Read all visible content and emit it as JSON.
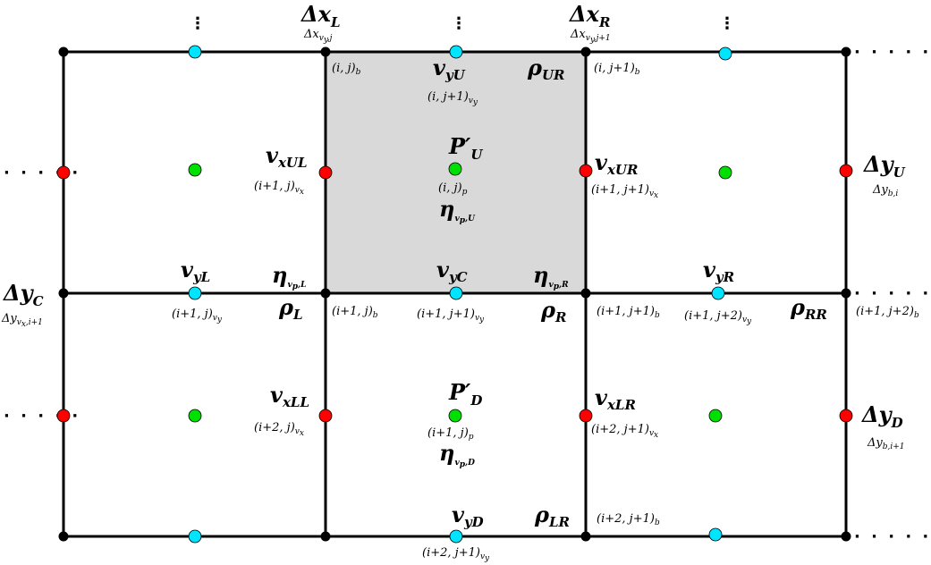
{
  "colors": {
    "line": "#000000",
    "cell_fill": "#d9d9d9",
    "node_black": "#000000",
    "vx_red": "#ff0000",
    "vy_cyan": "#00e5ff",
    "p_green": "#00e000"
  },
  "labels": {
    "dx_L": {
      "main": "Δx",
      "sub": "L",
      "below_main": "Δx",
      "below_sub": "v",
      "below_subsub": "y",
      "below_tail": ",j"
    },
    "dx_R": {
      "main": "Δx",
      "sub": "R",
      "below_main": "Δx",
      "below_sub": "v",
      "below_subsub": "y",
      "below_tail": ",j+1"
    },
    "dy_U": {
      "main": "Δy",
      "sub": "U",
      "below_main": "Δy",
      "below_sub": "b,i"
    },
    "dy_C": {
      "main": "Δy",
      "sub": "C",
      "below_main": "Δy",
      "below_sub": "v",
      "below_subsub": "x",
      "below_tail": ",i+1"
    },
    "dy_D": {
      "main": "Δy",
      "sub": "D",
      "below_main": "Δy",
      "below_sub": "b,i+1"
    },
    "vyU": {
      "main": "v",
      "sub": "yU",
      "idx": "(i, j+1)",
      "idx_sub": "v",
      "idx_subsub": "y"
    },
    "vyL": {
      "main": "v",
      "sub": "yL",
      "idx": "(i+1, j)",
      "idx_sub": "v",
      "idx_subsub": "y"
    },
    "vyC": {
      "main": "v",
      "sub": "yC",
      "idx": "(i+1, j+1)",
      "idx_sub": "v",
      "idx_subsub": "y"
    },
    "vyR": {
      "main": "v",
      "sub": "yR",
      "idx": "(i+1, j+2)",
      "idx_sub": "v",
      "idx_subsub": "y"
    },
    "vyD": {
      "main": "v",
      "sub": "yD",
      "idx": "(i+2, j+1)",
      "idx_sub": "v",
      "idx_subsub": "y"
    },
    "vxUL": {
      "main": "v",
      "sub": "xUL",
      "idx": "(i+1, j)",
      "idx_sub": "v",
      "idx_subsub": "x"
    },
    "vxUR": {
      "main": "v",
      "sub": "xUR",
      "idx": "(i+1, j+1)",
      "idx_sub": "v",
      "idx_subsub": "x"
    },
    "vxLL": {
      "main": "v",
      "sub": "xLL",
      "idx": "(i+2, j)",
      "idx_sub": "v",
      "idx_subsub": "x"
    },
    "vxLR": {
      "main": "v",
      "sub": "xLR",
      "idx": "(i+2, j+1)",
      "idx_sub": "v",
      "idx_subsub": "x"
    },
    "PU": {
      "main": "P′",
      "sub": "U",
      "idx": "(i, j)",
      "idx_sub": "p"
    },
    "PD": {
      "main": "P′",
      "sub": "D",
      "idx": "(i+1, j)",
      "idx_sub": "p"
    },
    "etaU": {
      "main": "η",
      "sub": "v",
      "subsub": "p",
      "tail": ",U"
    },
    "etaD": {
      "main": "η",
      "sub": "v",
      "subsub": "p",
      "tail": ",D"
    },
    "etaL": {
      "main": "η",
      "sub": "v",
      "subsub": "p",
      "tail": ",L"
    },
    "etaR": {
      "main": "η",
      "sub": "v",
      "subsub": "p",
      "tail": ",R"
    },
    "rhoUR": {
      "main": "ρ",
      "sub": "UR"
    },
    "rhoL": {
      "main": "ρ",
      "sub": "L"
    },
    "rhoR": {
      "main": "ρ",
      "sub": "R"
    },
    "rhoRR": {
      "main": "ρ",
      "sub": "RR"
    },
    "rhoLR": {
      "main": "ρ",
      "sub": "LR"
    },
    "b_ij": {
      "idx": "(i, j)",
      "idx_sub": "b"
    },
    "b_ij1": {
      "idx": "(i, j+1)",
      "idx_sub": "b"
    },
    "b_i1j": {
      "idx": "(i+1, j)",
      "idx_sub": "b"
    },
    "b_i1j1": {
      "idx": "(i+1, j+1)",
      "idx_sub": "b"
    },
    "b_i1j2": {
      "idx": "(i+1, j+2)",
      "idx_sub": "b"
    },
    "b_i2j1": {
      "idx": "(i+2, j+1)",
      "idx_sub": "b"
    }
  },
  "ellipsis": {
    "horizontal": "· · · · ·",
    "vertical": "⋮"
  }
}
